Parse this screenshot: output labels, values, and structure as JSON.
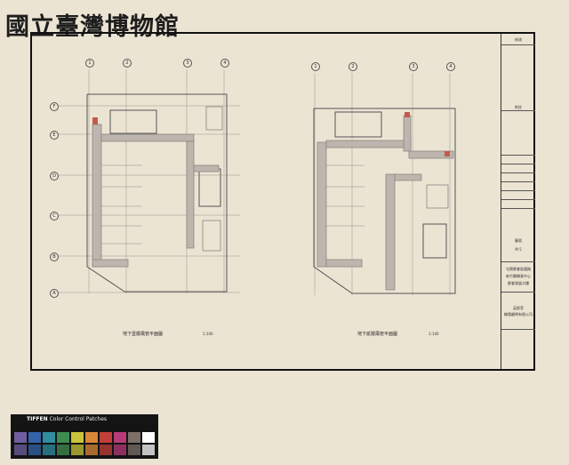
{
  "watermark": "國立臺灣博物館",
  "drawings": [
    {
      "title": "地下壹層風管平面圖",
      "scale": "1:100"
    },
    {
      "title": "地下貳層風管平面圖",
      "scale": "1:100"
    }
  ],
  "column_labels": [
    "1",
    "2",
    "3",
    "4"
  ],
  "row_labels": [
    "F",
    "E",
    "D",
    "C",
    "B",
    "A"
  ],
  "title_block": {
    "revision_header": "修改",
    "remarks_header": "附註",
    "sheet_no_label": "圖號",
    "sheet_no": "M 5",
    "project_lines": [
      "屯實都會區鐵路",
      "新竹縣轉乘中心",
      "都會發展大樓"
    ],
    "firm_lines": [
      "英斯菲",
      "機電顧問有限公司"
    ]
  },
  "color_card": {
    "brand": "TIFFEN",
    "label": "Color Control Patches"
  },
  "colors": {
    "background": "#ebe4d3",
    "ink": "#222222",
    "duct": "#bcb6ae",
    "accent_red": "#c25b4d",
    "patches": [
      "#6f5fa0",
      "#3463a8",
      "#2f8ea0",
      "#3f8c50",
      "#c9c43a",
      "#d98838",
      "#c24038",
      "#b73a78",
      "#7c6f69",
      "#ffffff"
    ]
  }
}
